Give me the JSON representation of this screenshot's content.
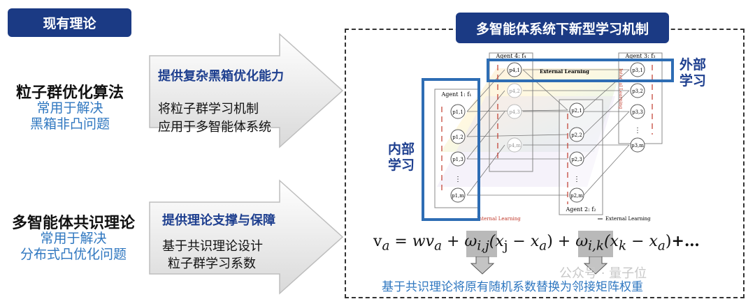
{
  "left": {
    "badge": "现有理论",
    "pso": {
      "title": "粒子群优化算法",
      "sub1": "常用于解决",
      "sub2": "黑箱非凸问题"
    },
    "consensus": {
      "title": "多智能体共识理论",
      "sub1": "常用于解决",
      "sub2": "分布式凸优化问题"
    }
  },
  "arrows": [
    {
      "heading": "提供复杂黑箱优化能力",
      "line1": "将粒子群学习机制",
      "line2": "应用于多智能体系统"
    },
    {
      "heading": "提供理论支撑与保障",
      "line1": "基于共识理论设计",
      "line2": "粒子群学习系数"
    }
  ],
  "right": {
    "badge": "多智能体系统下新型学习机制",
    "external_label": {
      "line1": "外部",
      "line2": "学习"
    },
    "internal_label": {
      "line1": "内部",
      "line2": "学习"
    },
    "caption": "基于共识理论将原有随机系数替换为邻接矩阵权重",
    "watermark": "公众号 · 量子位"
  },
  "diagram": {
    "agent4": "Agent 4: f₄",
    "agent3": "Agent 3: f₃",
    "agent1": "Agent 1: f₁",
    "agent2": "Agent 2: f₂",
    "external_learning": "External Learning",
    "internal_learning": "Internal Learning",
    "p41": "p4,1",
    "p42": "p4,2",
    "p43": "p4,3",
    "p4m": "p4,m",
    "p31": "p3,1",
    "p32": "p3,2",
    "p33": "p3,3",
    "p3m": "p3,m",
    "p11": "p1,1",
    "p12": "p1,2",
    "p13": "p1,3",
    "p1m": "p1,m",
    "p21": "p2,1",
    "p22": "p2,2",
    "p23": "p2,3",
    "p2m": "p2,m",
    "dots": "⋮"
  },
  "formula": {
    "lhs": "v",
    "sub_a": "a",
    "eq": " = ",
    "term1": "wv",
    "plus": " + ",
    "omega": "ω",
    "sub_ij": "i,j",
    "sub_ik": "i,k",
    "paren1": "(x",
    "sub_j": "j",
    "minus": " − x",
    "close": ")",
    "paren2": "(x",
    "sub_k": "k",
    "tail": "+…"
  }
}
